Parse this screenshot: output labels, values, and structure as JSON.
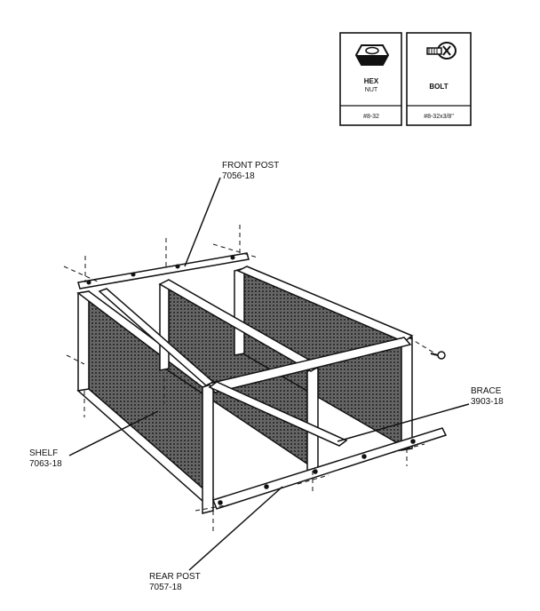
{
  "hardware": {
    "hex_nut": {
      "name_line1": "HEX",
      "name_line2": "NUT",
      "size": "#8-32"
    },
    "bolt": {
      "name": "BOLT",
      "size": "#8-32x3/8\""
    }
  },
  "callouts": {
    "front_post": {
      "name": "FRONT POST",
      "part": "7056-18"
    },
    "brace": {
      "name": "BRACE",
      "part": "3903-18"
    },
    "shelf": {
      "name": "SHELF",
      "part": "7063-18"
    },
    "rear_post": {
      "name": "REAR POST",
      "part": "7057-18"
    }
  }
}
